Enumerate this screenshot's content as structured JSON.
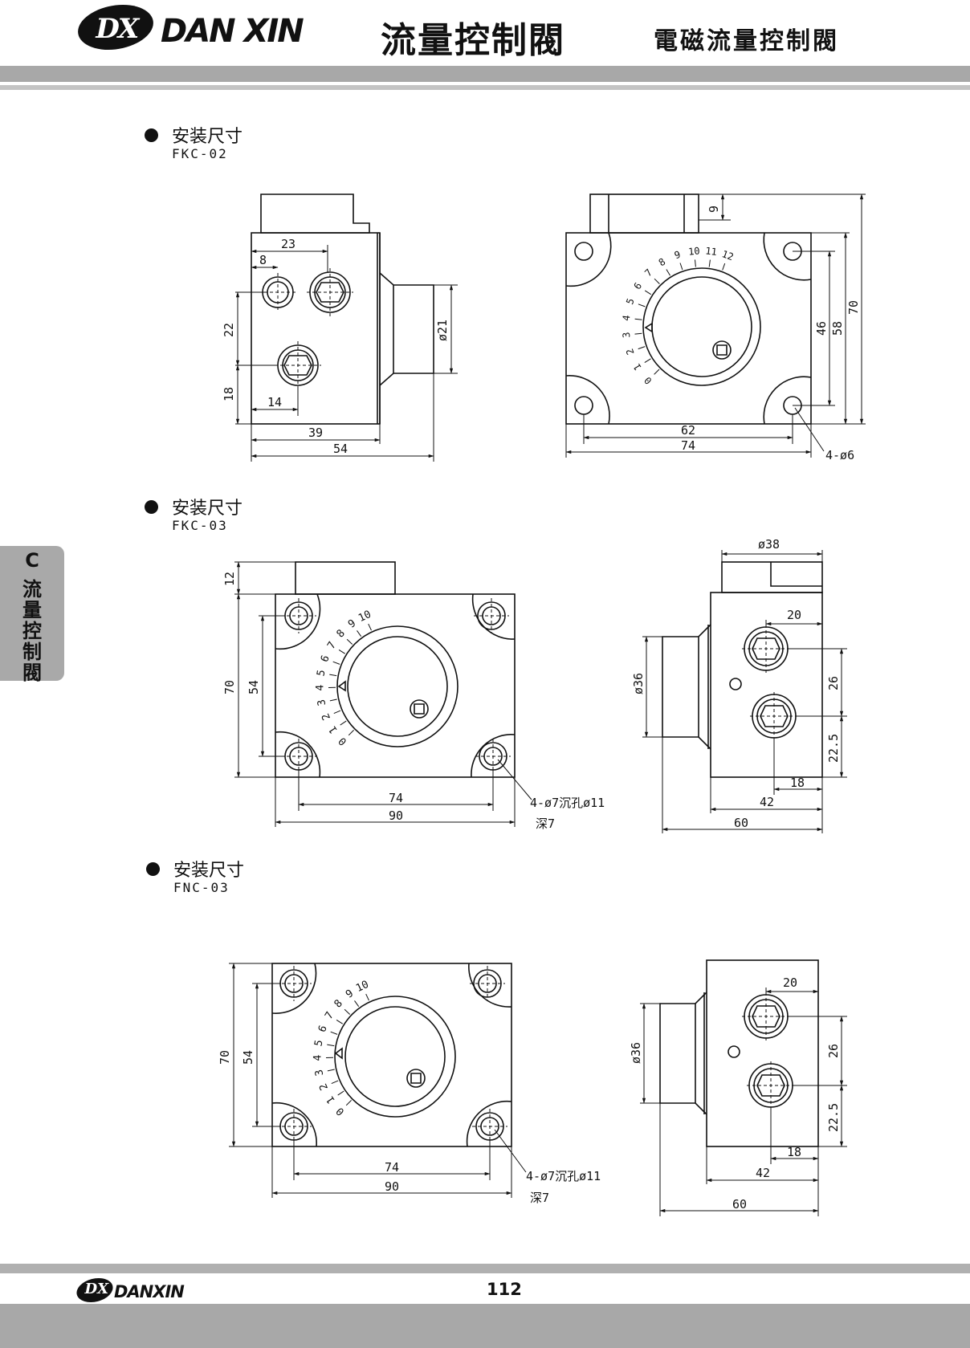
{
  "header": {
    "logo_mark": "DX",
    "brand": "DAN XIN",
    "title_main": "流量控制閥",
    "title_sub": "電磁流量控制閥"
  },
  "side_tab": {
    "letter": "C",
    "chars": [
      "流",
      "量",
      "控",
      "制",
      "閥"
    ]
  },
  "sections": [
    {
      "title": "安装尺寸",
      "model": "FKC-02"
    },
    {
      "title": "安装尺寸",
      "model": "FKC-03"
    },
    {
      "title": "安装尺寸",
      "model": "FNC-03"
    }
  ],
  "fkc02": {
    "side_dims": {
      "d23": "23",
      "d8": "8",
      "d22": "22",
      "d18": "18",
      "d14": "14",
      "d39": "39",
      "d54": "54",
      "dia21": "ø21"
    },
    "front_dims": {
      "d9": "9",
      "d46": "46",
      "d58": "58",
      "d70": "70",
      "d62": "62",
      "d74": "74",
      "holes": "4-ø6"
    },
    "dial_labels": [
      "0",
      "1",
      "2",
      "3",
      "4",
      "5",
      "6",
      "7",
      "8",
      "9",
      "10",
      "11",
      "12"
    ]
  },
  "fkc03": {
    "front_dims": {
      "d12": "12",
      "d70": "70",
      "d54": "54",
      "d74": "74",
      "d90": "90",
      "holes": "4-ø7沉孔ø11",
      "depth": "深7"
    },
    "side_dims": {
      "dia38": "ø38",
      "d20": "20",
      "dia36": "ø36",
      "d26": "26",
      "d225": "22.5",
      "d18": "18",
      "d42": "42",
      "d60": "60"
    },
    "dial_labels": [
      "0",
      "1",
      "2",
      "3",
      "4",
      "5",
      "6",
      "7",
      "8",
      "9",
      "10"
    ]
  },
  "fnc03": {
    "front_dims": {
      "d70": "70",
      "d54": "54",
      "d74": "74",
      "d90": "90",
      "holes": "4-ø7沉孔ø11",
      "depth": "深7"
    },
    "side_dims": {
      "d20": "20",
      "dia36": "ø36",
      "d26": "26",
      "d225": "22.5",
      "d18": "18",
      "d42": "42",
      "d60": "60"
    },
    "dial_labels": [
      "0",
      "1",
      "2",
      "3",
      "4",
      "5",
      "6",
      "7",
      "8",
      "9",
      "10"
    ]
  },
  "footer": {
    "logo_mark": "DX",
    "brand": "DANXIN",
    "page_number": "112"
  }
}
